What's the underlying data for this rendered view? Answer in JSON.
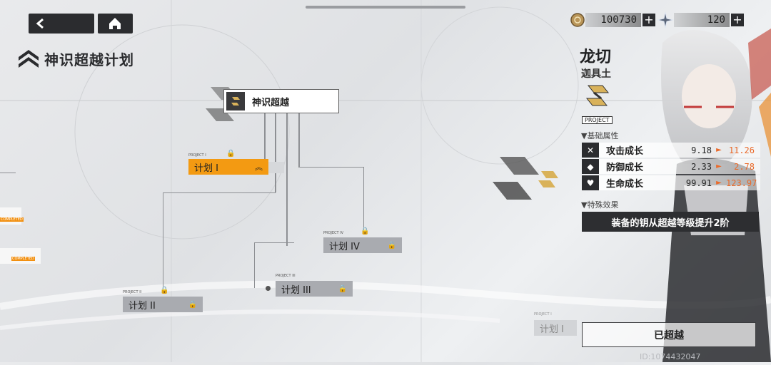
{
  "header": {
    "title": "神识超越计划",
    "currencies": [
      {
        "icon": "coin-icon",
        "value": "100730"
      },
      {
        "icon": "star-crystal-icon",
        "value": "120"
      }
    ]
  },
  "tree": {
    "root": {
      "label": "神识超越"
    },
    "nodes": [
      {
        "tag": "PROJECT I",
        "label": "计划 I",
        "state": "active"
      },
      {
        "tag": "PROJECT II",
        "label": "计划 II",
        "state": "locked"
      },
      {
        "tag": "PROJECT III",
        "label": "计划 III",
        "state": "locked"
      },
      {
        "tag": "PROJECT IV",
        "label": "计划 IV",
        "state": "locked"
      },
      {
        "tag": "PROJECT I",
        "label": "计划 I",
        "state": "faded"
      }
    ],
    "completed_label": "COMPLETED"
  },
  "character": {
    "name": "龙切",
    "class": "迦具土",
    "badge": "PROJECT"
  },
  "stats": {
    "section_label": "▼基础属性",
    "rows": [
      {
        "icon": "attack-icon",
        "name": "攻击成长",
        "old": "9.18",
        "arrow": "►",
        "new": "11.26"
      },
      {
        "icon": "defense-icon",
        "name": "防御成长",
        "old": "2.33",
        "arrow": "►",
        "new": "2.78"
      },
      {
        "icon": "heart-icon",
        "name": "生命成长",
        "old": "99.91",
        "arrow": "►",
        "new": "123.97"
      }
    ]
  },
  "special": {
    "section_label": "▼特殊效果",
    "effect": "装备的钥从超越等级提升2阶"
  },
  "status_button": "已超越",
  "uid": "ID:1074432047"
}
